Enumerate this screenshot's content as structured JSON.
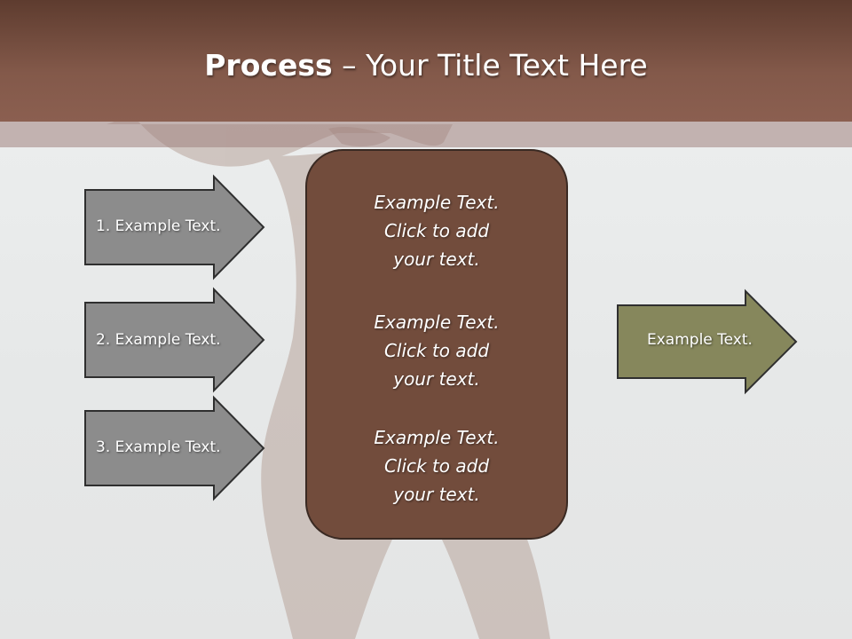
{
  "slide": {
    "title_bold": "Process",
    "title_rest": " – Your Title Text Here"
  },
  "left_arrows": [
    {
      "label": "1. Example Text."
    },
    {
      "label": "2. Example Text."
    },
    {
      "label": "3. Example Text."
    }
  ],
  "center_box": {
    "paragraphs": [
      {
        "lines": [
          "Example Text.",
          "Click  to add",
          "your text."
        ]
      },
      {
        "lines": [
          "Example Text.",
          "Click  to add",
          "your text."
        ]
      },
      {
        "lines": [
          "Example Text.",
          "Click  to add",
          "your text."
        ]
      }
    ]
  },
  "right_arrow": {
    "label": "Example Text."
  },
  "colors": {
    "header": "#83594a",
    "center_box": "#724c3c",
    "left_arrow_fill": "#8c8c8c",
    "right_arrow_fill": "#86875c"
  }
}
